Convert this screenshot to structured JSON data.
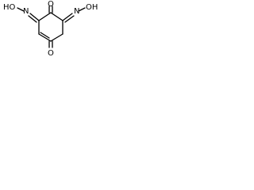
{
  "molecule": {
    "atom_labels": {
      "oxime_left_hydroxyl": "HO",
      "oxime_left_nitrogen": "N",
      "oxime_right_nitrogen": "N",
      "oxime_right_hydroxyl": "OH",
      "carbonyl_top": "O",
      "carbonyl_bottom": "O"
    }
  }
}
